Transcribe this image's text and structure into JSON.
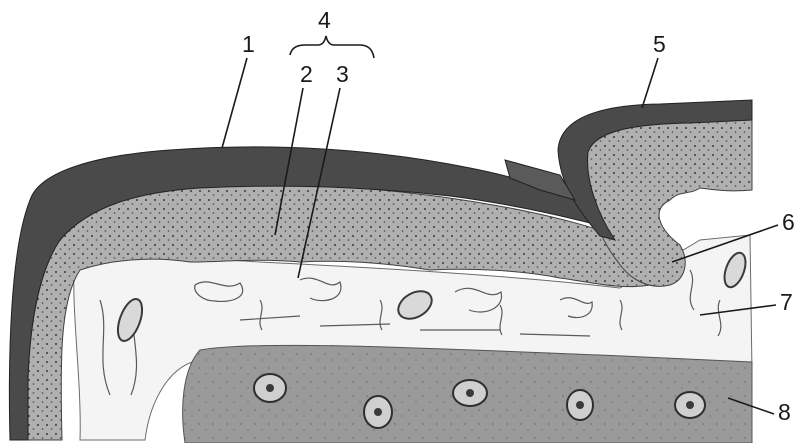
{
  "labels": {
    "l1": "1",
    "l2": "2",
    "l3": "3",
    "l4": "4",
    "l5": "5",
    "l6": "6",
    "l7": "7",
    "l8": "8"
  },
  "colors": {
    "background": "#ffffff",
    "dark_layer": "#4a4a4a",
    "epithelium": "#a9a9a9",
    "connective": "#f4f4f4",
    "bone": "#9a9a9a",
    "ink": "#1a1a1a"
  }
}
